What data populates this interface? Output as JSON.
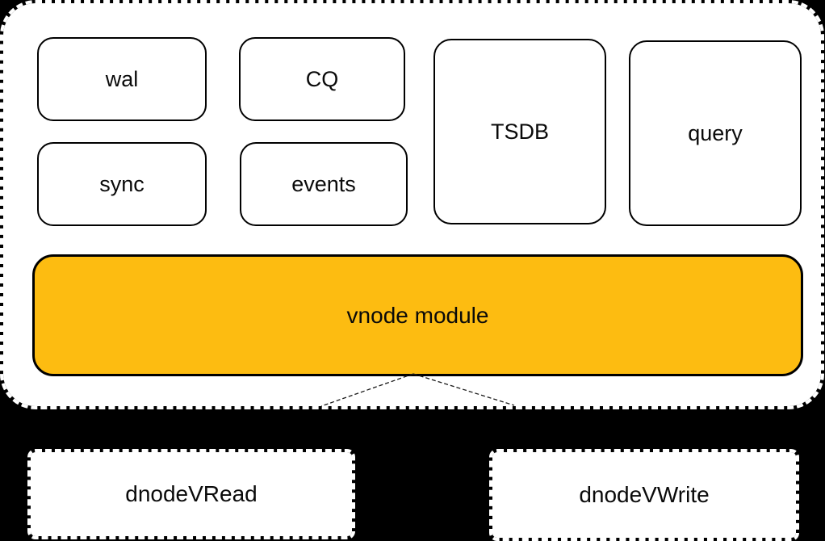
{
  "colors": {
    "background": "#000000",
    "container_fill": "#ffffff",
    "module_fill": "#ffffff",
    "module_border": "#000000",
    "vnode_fill": "#fdbc11",
    "dashed_border": "#ffffff",
    "connector": "#1a1a1a",
    "text": "#0a0a0a"
  },
  "container": {
    "modules": [
      {
        "label": "wal"
      },
      {
        "label": "CQ"
      },
      {
        "label": "sync"
      },
      {
        "label": "events"
      },
      {
        "label": "TSDB"
      },
      {
        "label": "query"
      }
    ],
    "vnode_label": "vnode module"
  },
  "external": [
    {
      "label": "dnodeVRead"
    },
    {
      "label": "dnodeVWrite"
    }
  ]
}
